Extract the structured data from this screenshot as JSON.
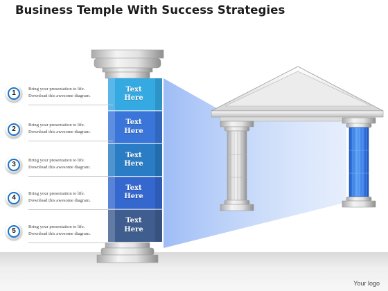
{
  "title": "Business Temple With Success Strategies",
  "footer": {
    "logo_text": "Your logo"
  },
  "steps": [
    {
      "number": "1",
      "line1": "Bring your presentation to life.",
      "line2": "Download this awesome diagram."
    },
    {
      "number": "2",
      "line1": "Bring your presentation to life.",
      "line2": "Download this awesome diagram."
    },
    {
      "number": "3",
      "line1": "Bring your presentation to life.",
      "line2": "Download this awesome diagram."
    },
    {
      "number": "4",
      "line1": "Bring your presentation to life.",
      "line2": "Download this awesome diagram."
    },
    {
      "number": "5",
      "line1": "Bring your presentation to life.",
      "line2": "Download this awesome diagram."
    }
  ],
  "pillar_segments": [
    {
      "line1": "Text",
      "line2": "Here",
      "color": "#35a9e2"
    },
    {
      "line1": "Text",
      "line2": "Here",
      "color": "#3a76d9"
    },
    {
      "line1": "Text",
      "line2": "Here",
      "color": "#2a7dc4"
    },
    {
      "line1": "Text",
      "line2": "Here",
      "color": "#3468cf"
    },
    {
      "line1": "Text",
      "line2": "Here",
      "color": "#3f5e8f"
    }
  ],
  "colors": {
    "accent_ring": "#1a73c8",
    "beam": "#6a9bf0",
    "stone_light": "#f0f0f0",
    "stone_dark": "#9a9a9a",
    "blue_column": "#3a7ee8"
  }
}
